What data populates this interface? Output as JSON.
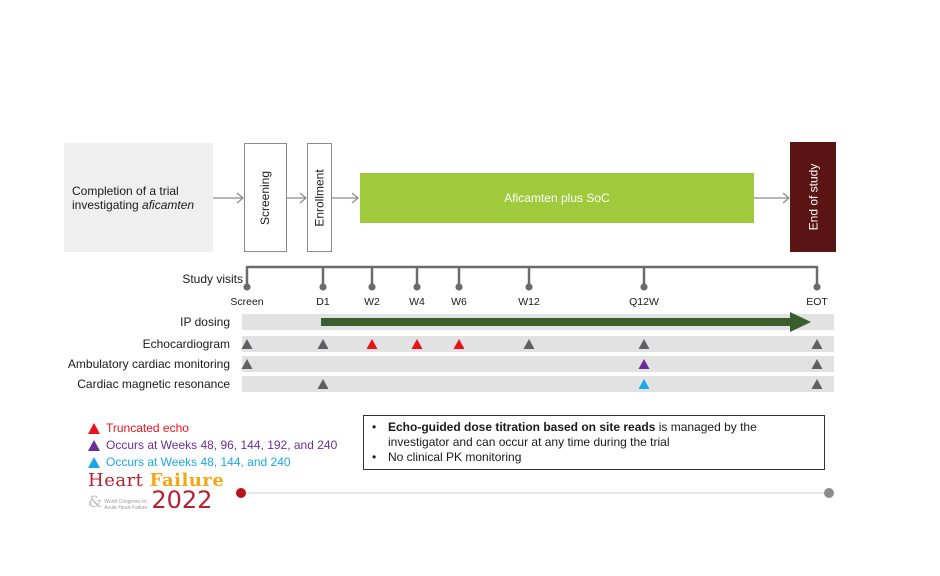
{
  "flow": {
    "prior_trial": {
      "text_prefix": "Completion of a trial investigating ",
      "text_italic": "aficamten"
    },
    "screening": "Screening",
    "enrollment": "Enrollment",
    "treatment": "Aficamten plus SoC",
    "end_of_study": "End of study"
  },
  "timeline": {
    "title": "Study visits",
    "visits": [
      "Screen",
      "D1",
      "W2",
      "W4",
      "W6",
      "W12",
      "Q12W",
      "EOT"
    ]
  },
  "rows": [
    {
      "label": "IP dosing",
      "type": "arrow",
      "start_visit": "D1",
      "end_visit": "EOT"
    },
    {
      "label": "Echocardiogram",
      "type": "markers",
      "markers": [
        {
          "visit": "Screen",
          "kind": "standard"
        },
        {
          "visit": "D1",
          "kind": "standard"
        },
        {
          "visit": "W2",
          "kind": "truncated"
        },
        {
          "visit": "W4",
          "kind": "truncated"
        },
        {
          "visit": "W6",
          "kind": "truncated"
        },
        {
          "visit": "W12",
          "kind": "standard"
        },
        {
          "visit": "Q12W",
          "kind": "standard"
        },
        {
          "visit": "EOT",
          "kind": "standard"
        }
      ]
    },
    {
      "label": "Ambulatory cardiac monitoring",
      "type": "markers",
      "markers": [
        {
          "visit": "Screen",
          "kind": "standard"
        },
        {
          "visit": "Q12W",
          "kind": "weeks_48_96_144_192_240"
        },
        {
          "visit": "EOT",
          "kind": "standard"
        }
      ]
    },
    {
      "label": "Cardiac magnetic resonance",
      "type": "markers",
      "markers": [
        {
          "visit": "D1",
          "kind": "standard"
        },
        {
          "visit": "Q12W",
          "kind": "weeks_48_144_240"
        },
        {
          "visit": "EOT",
          "kind": "standard"
        }
      ]
    }
  ],
  "marker_colors": {
    "standard": "#5f6064",
    "truncated": "#e8141c",
    "weeks_48_96_144_192_240": "#6b2d9a",
    "weeks_48_144_240": "#1aa9e6"
  },
  "legend": [
    {
      "kind": "truncated",
      "label": "Truncated echo"
    },
    {
      "kind": "weeks_48_96_144_192_240",
      "label": "Occurs at Weeks 48, 96, 144, 192, and 240"
    },
    {
      "kind": "weeks_48_144_240",
      "label": "Occurs at Weeks 48, 144, and 240"
    }
  ],
  "notes": [
    {
      "bold": "Echo-guided dose titration based on site reads",
      "text": " is managed by the investigator and can occur at any time during the trial"
    },
    {
      "bold": "",
      "text": "No clinical PK monitoring"
    }
  ],
  "logo": {
    "word1": "Heart",
    "word2": "Failure",
    "amp": "&",
    "sub_line1": "World Congress on",
    "sub_line2": "Acute Heart Failure",
    "year": "2022"
  },
  "colors": {
    "dosing_arrow": "#3a5f2f",
    "treatment_box": "#9fca3c",
    "end_box": "#5a1414",
    "timeline": "#6b6b6b",
    "progress_start": "#b5121b",
    "progress_end": "#8c8c8c"
  }
}
